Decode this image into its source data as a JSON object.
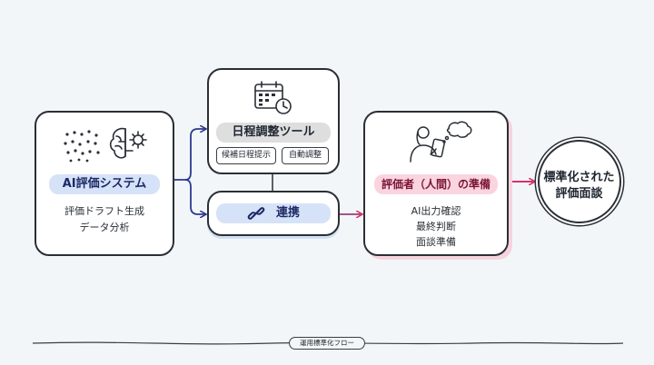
{
  "ai_system": {
    "title": "AI評価システム",
    "lines": [
      "評価ドラフト生成",
      "データ分析"
    ]
  },
  "scheduler": {
    "title": "日程調整ツール",
    "chips": [
      "候補日程提示",
      "自動調整"
    ]
  },
  "link": {
    "label": "連携"
  },
  "evaluator": {
    "title": "評価者（人間）の準備",
    "lines": [
      "AI出力確認",
      "最終判断",
      "面談準備"
    ]
  },
  "result": {
    "lines": [
      "標準化された",
      "評価面談"
    ]
  },
  "footer": {
    "label": "運用標準化フロー"
  },
  "colors": {
    "navy": "#2b3a8f",
    "pink": "#d6336c",
    "blue_pill": "#d6e2f7",
    "pink_pill": "#fad4df",
    "gray_pill": "#dedede"
  }
}
